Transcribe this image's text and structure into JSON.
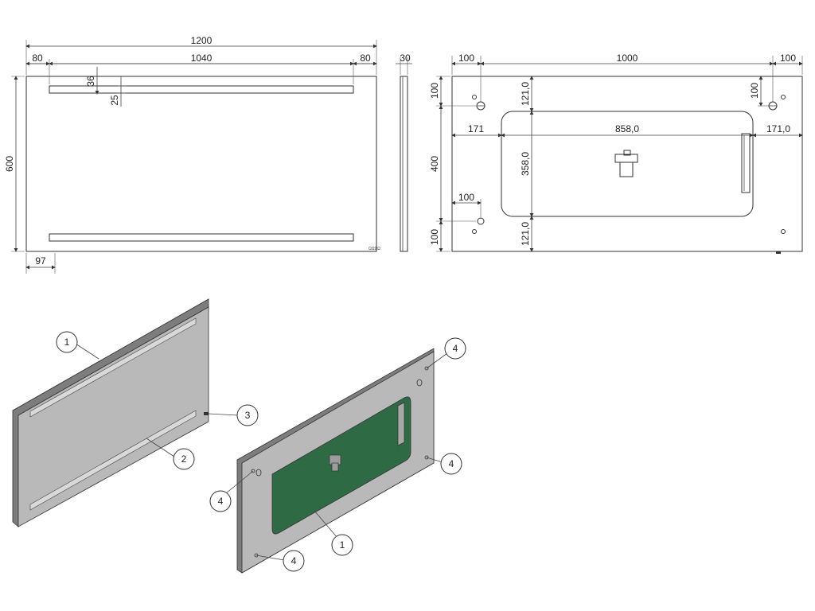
{
  "front_view": {
    "overall_width": "1200",
    "left_margin": "80",
    "strip_length": "1040",
    "right_margin": "80",
    "height": "600",
    "strip_offset_top": "36",
    "strip_width": "25",
    "sensor_offset": "97"
  },
  "side_view": {
    "depth": "30"
  },
  "back_view": {
    "left_margin": "100",
    "hole_spacing": "1000",
    "right_margin": "100",
    "top_hole_offset": "100",
    "panel_top_offset": "121,0",
    "panel_left_offset": "171",
    "panel_width": "858,0",
    "panel_right_offset": "171,0",
    "hole_vertical_spacing": "400",
    "panel_height": "358,0",
    "lower_hole_horizontal": "100",
    "bottom_hole_offset": "100",
    "panel_bottom_offset": "121,0",
    "right_hole_offset": "100"
  },
  "callouts": {
    "front": [
      "1",
      "2",
      "3"
    ],
    "back": [
      "4",
      "4",
      "4",
      "4",
      "1"
    ]
  },
  "colors": {
    "panel_gray": "#b9b9b9",
    "panel_edge": "#7d7d7d",
    "board_green": "#2e6b45",
    "ink": "#222222"
  }
}
